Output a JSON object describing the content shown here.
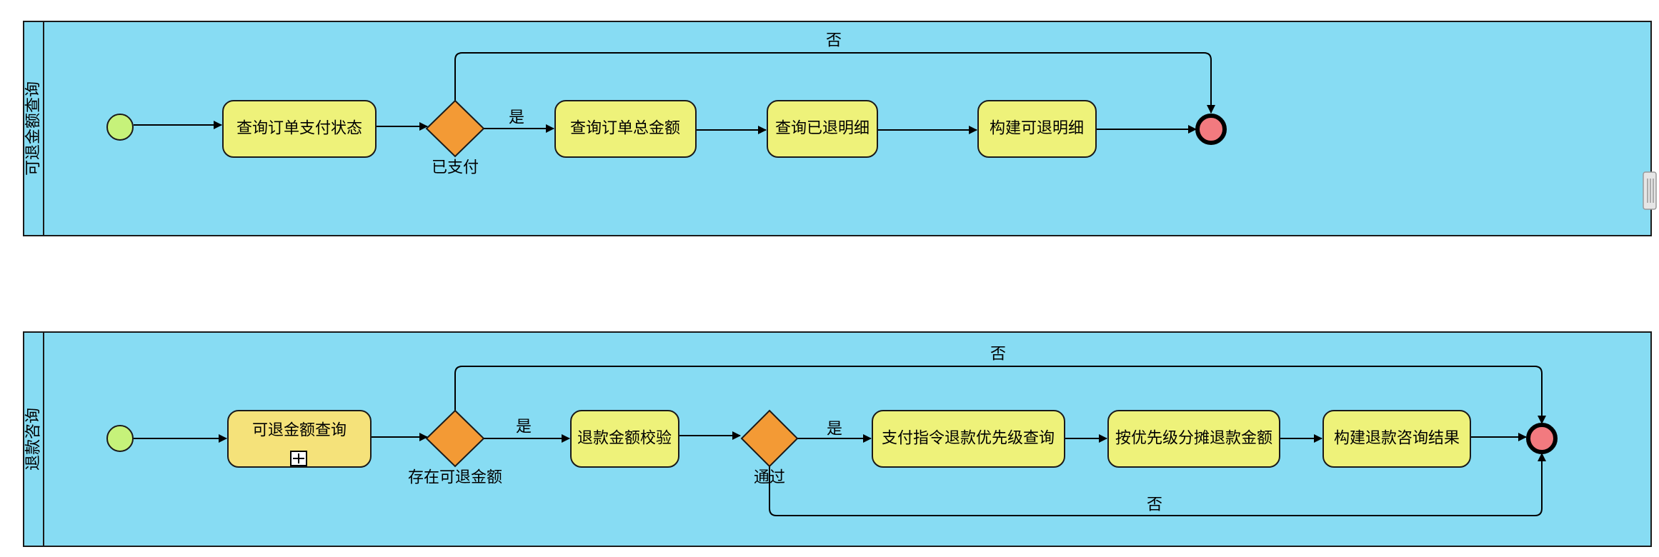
{
  "colors": {
    "lane_fill": "#87dcf3",
    "task_fill": "#eef27a",
    "subprocess_fill": "#f5e27a",
    "gateway_fill": "#f39a35",
    "start_fill": "#c6f27a",
    "end_fill": "#f27a7f"
  },
  "lanes": [
    {
      "title": "可退金额查询",
      "tasks": [
        "查询订单支付状态",
        "查询订单总金额",
        "查询已退明细",
        "构建可退明细"
      ],
      "gateway_label": "已支付",
      "yes_label": "是",
      "no_label": "否"
    },
    {
      "title": "退款咨询",
      "subprocess": "可退金额查询",
      "tasks": [
        "退款金额校验",
        "支付指令退款优先级查询",
        "按优先级分摊退款金额",
        "构建退款咨询结果"
      ],
      "gateway1_label": "存在可退金额",
      "gateway2_label": "通过",
      "yes1_label": "是",
      "yes2_label": "是",
      "no1_label": "否",
      "no2_label": "否"
    }
  ]
}
